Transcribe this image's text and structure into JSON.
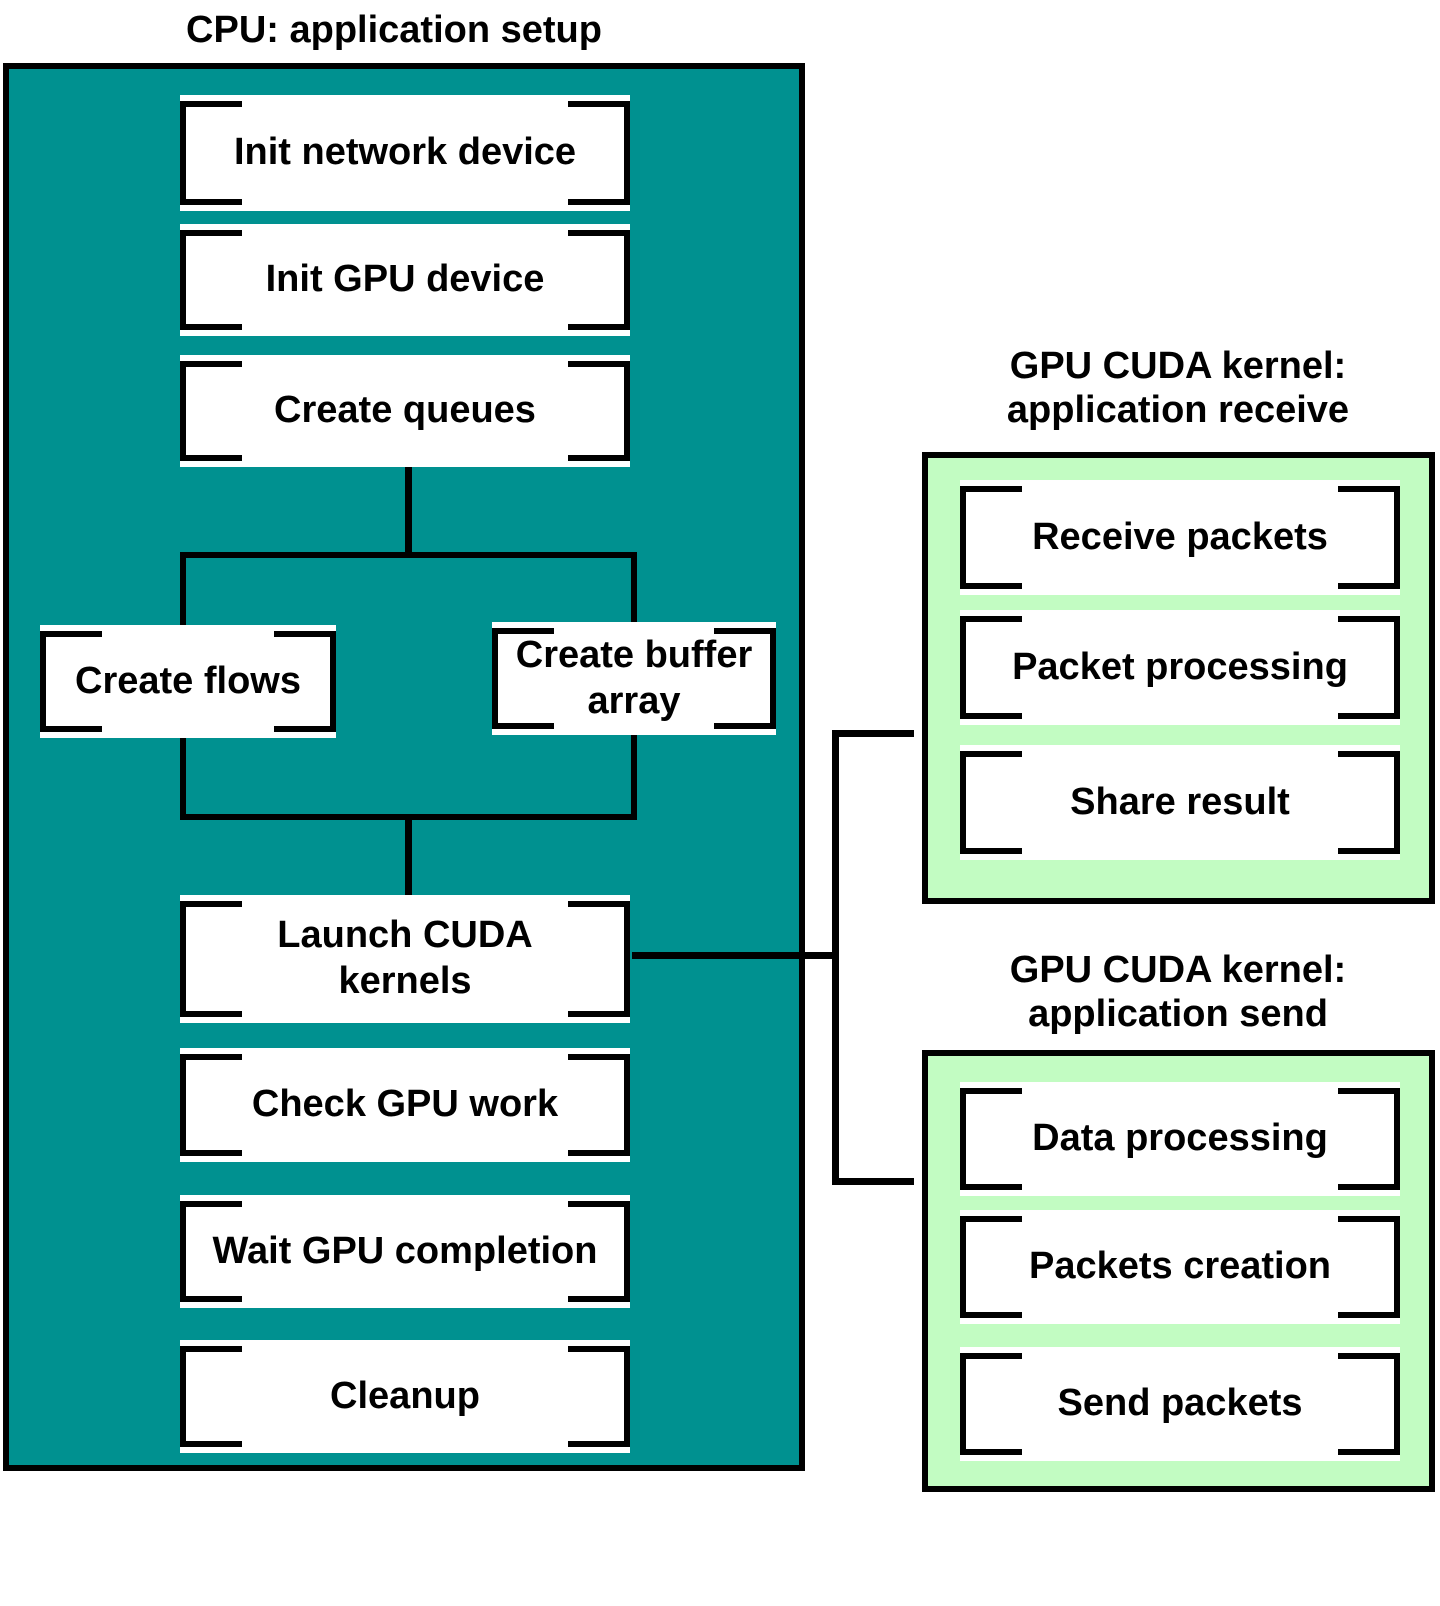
{
  "colors": {
    "cpu_fill": "#009190",
    "kernel_fill": "#C2FCC2",
    "line": "#000000",
    "node_fill": "#FFFFFF"
  },
  "cpu": {
    "title": "CPU: application setup",
    "steps": {
      "init_network": "Init network device",
      "init_gpu": "Init GPU device",
      "create_queues": "Create queues",
      "create_flows": "Create flows",
      "create_buffer_array": "Create buffer array",
      "launch_kernels": "Launch CUDA kernels",
      "check_gpu_work": "Check GPU work",
      "wait_gpu_completion": "Wait GPU completion",
      "cleanup": "Cleanup"
    }
  },
  "gpu_receive": {
    "title_line1": "GPU CUDA kernel:",
    "title_line2": "application receive",
    "steps": [
      "Receive packets",
      "Packet processing",
      "Share result"
    ]
  },
  "gpu_send": {
    "title_line1": "GPU CUDA kernel:",
    "title_line2": "application send",
    "steps": [
      "Data processing",
      "Packets creation",
      "Send packets"
    ]
  }
}
